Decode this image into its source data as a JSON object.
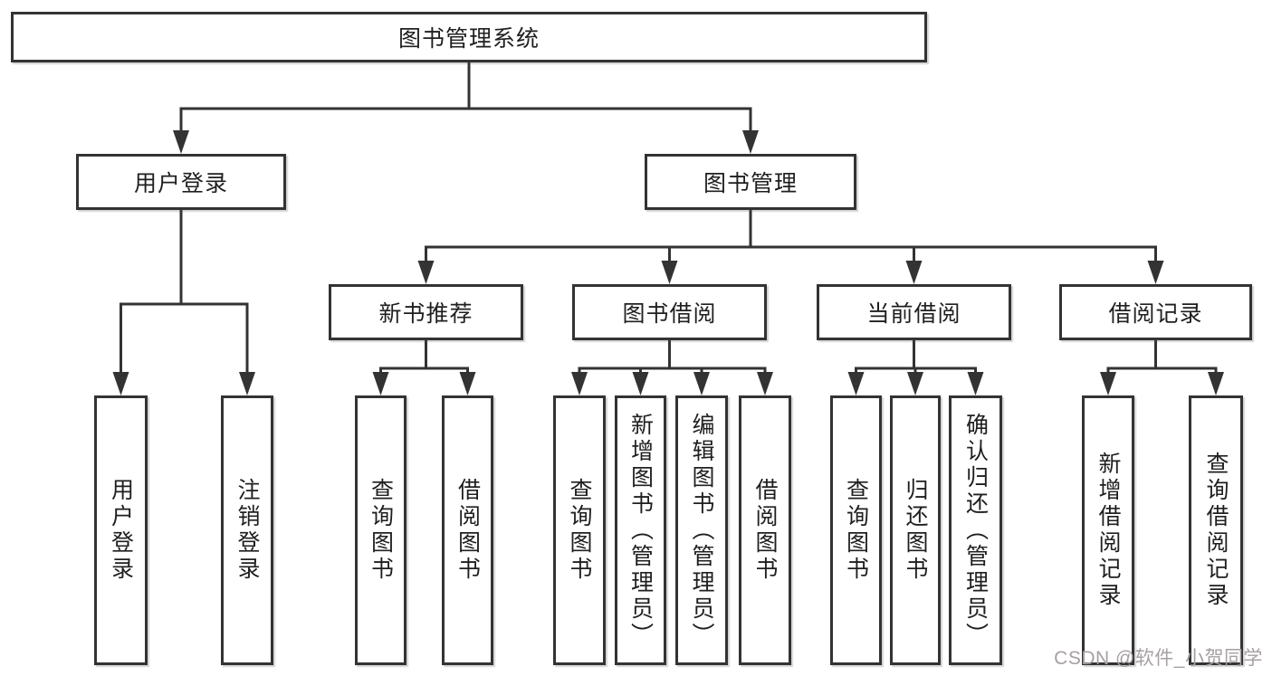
{
  "colors": {
    "line": "#333333",
    "text": "#1f1f1f",
    "background": "#ffffff",
    "watermark": "#a6a0a0"
  },
  "watermark": {
    "text": "CSDN @软件_小贺同学"
  },
  "diagram": {
    "nodes": [
      {
        "id": "system",
        "label": "图书管理系统",
        "parent": null
      },
      {
        "id": "user-login",
        "label": "用户登录",
        "parent": "system"
      },
      {
        "id": "book-management",
        "label": "图书管理",
        "parent": "system"
      },
      {
        "id": "new-book-recommend",
        "label": "新书推荐",
        "parent": "book-management"
      },
      {
        "id": "book-borrowing",
        "label": "图书借阅",
        "parent": "book-management"
      },
      {
        "id": "current-borrowing",
        "label": "当前借阅",
        "parent": "book-management"
      },
      {
        "id": "borrowing-records",
        "label": "借阅记录",
        "parent": "book-management"
      },
      {
        "id": "user-login-leaf",
        "label": "用户登录",
        "parent": "user-login"
      },
      {
        "id": "logout",
        "label": "注销登录",
        "parent": "user-login"
      },
      {
        "id": "query-books-1",
        "label": "查询图书",
        "parent": "new-book-recommend"
      },
      {
        "id": "borrow-books-1",
        "label": "借阅图书",
        "parent": "new-book-recommend"
      },
      {
        "id": "query-books-2",
        "label": "查询图书",
        "parent": "book-borrowing"
      },
      {
        "id": "add-books-admin",
        "label": "新增图书（管理员）",
        "parent": "book-borrowing"
      },
      {
        "id": "edit-books-admin",
        "label": "编辑图书（管理员）",
        "parent": "book-borrowing"
      },
      {
        "id": "borrow-books-2",
        "label": "借阅图书",
        "parent": "book-borrowing"
      },
      {
        "id": "query-books-3",
        "label": "查询图书",
        "parent": "current-borrowing"
      },
      {
        "id": "return-books",
        "label": "归还图书",
        "parent": "current-borrowing"
      },
      {
        "id": "confirm-return-admin",
        "label": "确认归还（管理员）",
        "parent": "current-borrowing"
      },
      {
        "id": "add-borrow-record",
        "label": "新增借阅记录",
        "parent": "borrowing-records"
      },
      {
        "id": "query-borrow-record",
        "label": "查询借阅记录",
        "parent": "borrowing-records"
      }
    ]
  }
}
